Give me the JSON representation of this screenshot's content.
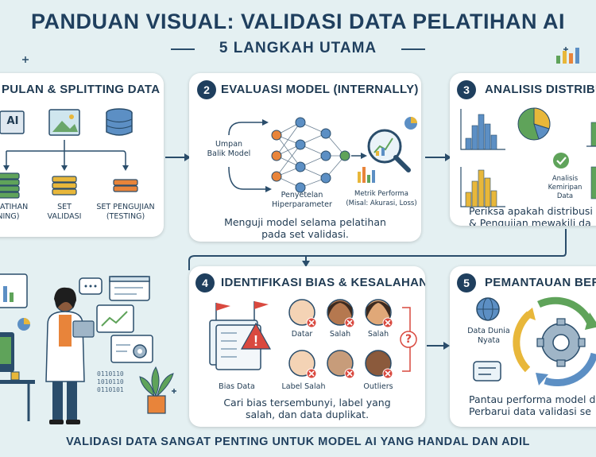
{
  "title": "PANDUAN VISUAL: VALIDASI DATA PELATIHAN AI",
  "subtitle": "5 LANGKAH UTAMA",
  "footer": "VALIDASI DATA SANGAT PENTING UNTUK MODEL AI YANG HANDAL DAN ADIL",
  "step1": {
    "title": "PULAN & SPLITTING DATA",
    "icon_label": "AI",
    "sets": [
      {
        "label": "PELATIHAN\nINING)",
        "color": "#5fa35a"
      },
      {
        "label": "SET\nVALIDASI",
        "color": "#e8b73a"
      },
      {
        "label": "SET PENGUJIAN\n(TESTING)",
        "color": "#e8843a"
      }
    ]
  },
  "step2": {
    "number": "2",
    "title": "EVALUASI MODEL (INTERNALLY)",
    "feedback_label": "Umpan\nBalik Model",
    "tuning_label": "Penyetelan\nHiperparameter",
    "metric_label": "Metrik Performa\n(Misal: Akurasi, Loss)",
    "description": "Menguji model selama pelatihan\npada set validasi."
  },
  "step3": {
    "number": "3",
    "title": "ANALISIS DISTRIBU",
    "similarity_label": "Analisis\nKemiripan\nData",
    "description": "Periksa apakah distribusi\n& Pengujian mewakili da"
  },
  "step4": {
    "number": "4",
    "title": "IDENTIFIKASI BIAS & KESALAHAN",
    "labels": [
      "Datar",
      "Salah",
      "Salah"
    ],
    "bottom_labels": [
      "Bias Data",
      "Label Salah",
      "Outliers"
    ],
    "question": "?",
    "description": "Cari bias tersembunyi, label yang\nsalah, dan data duplikat."
  },
  "step5": {
    "number": "5",
    "title": "PEMANTAUAN BERK",
    "world_label": "Data Dunia\nNyata",
    "description": "Pantau performa model d\nPerbarui data validasi se"
  },
  "binary_text": "0110110\n1010110\n0110101",
  "colors": {
    "navy": "#1f3f5e",
    "green": "#5fa35a",
    "yellow": "#e8b73a",
    "orange": "#e8843a",
    "red": "#d9493f",
    "background": "#e4f0f2"
  }
}
